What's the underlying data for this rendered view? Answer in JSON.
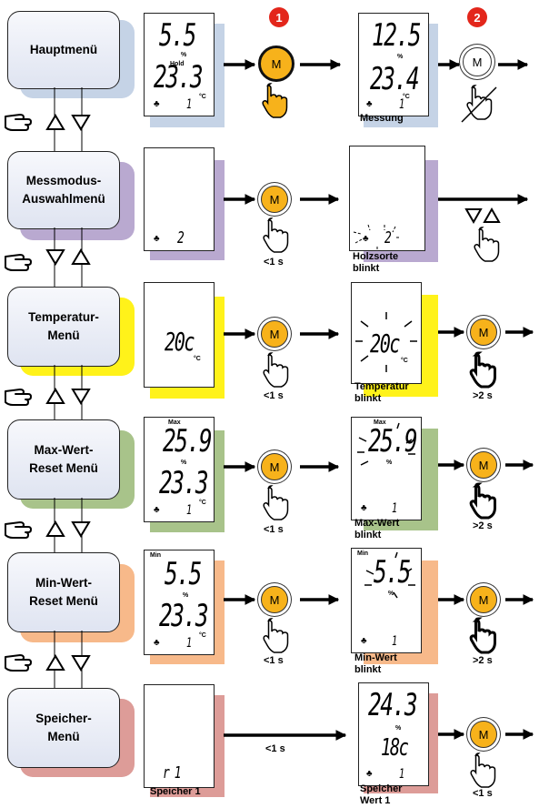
{
  "menus": [
    {
      "label": "Hauptmenü"
    },
    {
      "label": "Messmodus-\nAuswahlmenü"
    },
    {
      "label": "Temperatur-\nMenü"
    },
    {
      "label": "Max-Wert-\nReset Menü"
    },
    {
      "label": "Min-Wert-\nReset Menü"
    },
    {
      "label": "Speicher-\nMenü"
    }
  ],
  "colors": {
    "row1": "#c5d3e6",
    "row2": "#b9a9d0",
    "row3": "#fff21a",
    "row4": "#a8c38a",
    "row5": "#f7b98a",
    "row6": "#dd9c98",
    "button": "#f7b21b",
    "badge": "#e3261b"
  },
  "badges": [
    "1",
    "2"
  ],
  "button_label": "M",
  "displays": {
    "r1_left": {
      "top": "5.5",
      "unit_top": "%",
      "hold": "Hold",
      "bottom": "23.3",
      "unit_bottom": "°C",
      "mode": "1"
    },
    "r1_right": {
      "top": "12.5",
      "unit_top": "%",
      "bottom": "23.4",
      "unit_bottom": "°C",
      "mode": "1"
    },
    "r2_left": {
      "mode": "2"
    },
    "r2_right": {
      "mode": "2"
    },
    "r3_left": {
      "value": "20c",
      "unit": "°C"
    },
    "r3_right": {
      "value": "20c",
      "unit": "°C"
    },
    "r4_left": {
      "tag": "Max",
      "top": "25.9",
      "unit_top": "%",
      "bottom": "23.3",
      "unit_bottom": "°C",
      "mode": "1"
    },
    "r4_right": {
      "tag": "Max",
      "top": "25.9",
      "unit_top": "%",
      "mode": "1"
    },
    "r5_left": {
      "tag": "Min",
      "top": "5.5",
      "unit_top": "%",
      "bottom": "23.3",
      "unit_bottom": "°C",
      "mode": "1"
    },
    "r5_right": {
      "tag": "Min",
      "top": "5.5",
      "unit_top": "%",
      "mode": "1"
    },
    "r6_left": {
      "mode": "r 1"
    },
    "r6_right": {
      "top": "24.3",
      "unit_top": "%",
      "bottom": "18c",
      "mode": "1"
    }
  },
  "captions": {
    "r1_right": "Messung",
    "r2_right": "Holzsorte\nblinkt",
    "r3_right": "Temperatur\nblinkt",
    "r4_right": "Max-Wert\nblinkt",
    "r5_right": "Min-Wert\nblinkt",
    "r6_left": "Speicher 1",
    "r6_right": "Speicher\nWert 1"
  },
  "press_labels": {
    "r2": "<1 s",
    "r3_left": "<1 s",
    "r3_right": ">2 s",
    "r4_left": "<1 s",
    "r4_right": ">2 s",
    "r5_left": "<1 s",
    "r5_right": ">2 s",
    "r6_arrow": "<1 s",
    "r6_right": "<1 s"
  },
  "tree_glyph": "♣"
}
